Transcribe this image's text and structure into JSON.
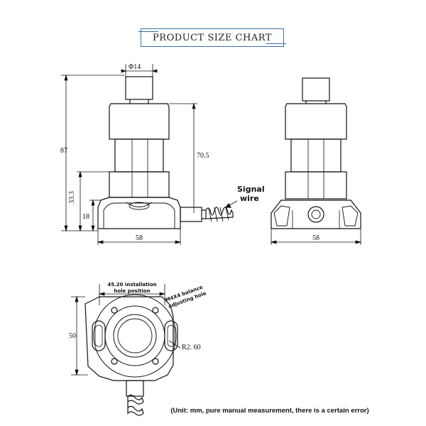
{
  "title": "PRODUCT SIZE CHART",
  "front_view": {
    "diameter_label": "Φ14",
    "height_total": "87",
    "height_upper": "70.5",
    "height_mid": "33.3",
    "height_base": "18",
    "width": "58",
    "signal_wire_line1": "Signal",
    "signal_wire_line2": "wire"
  },
  "side_view": {
    "width": "58"
  },
  "top_view": {
    "install_line1": "45.20 installation",
    "install_line2": "hole position",
    "balance_line1": "M4X4 balance",
    "balance_line2": "adjusting hole",
    "height": "50",
    "radius": "R2. 60"
  },
  "footer_note": "(Unit: mm, pure manual measurement, there is a certain error)"
}
